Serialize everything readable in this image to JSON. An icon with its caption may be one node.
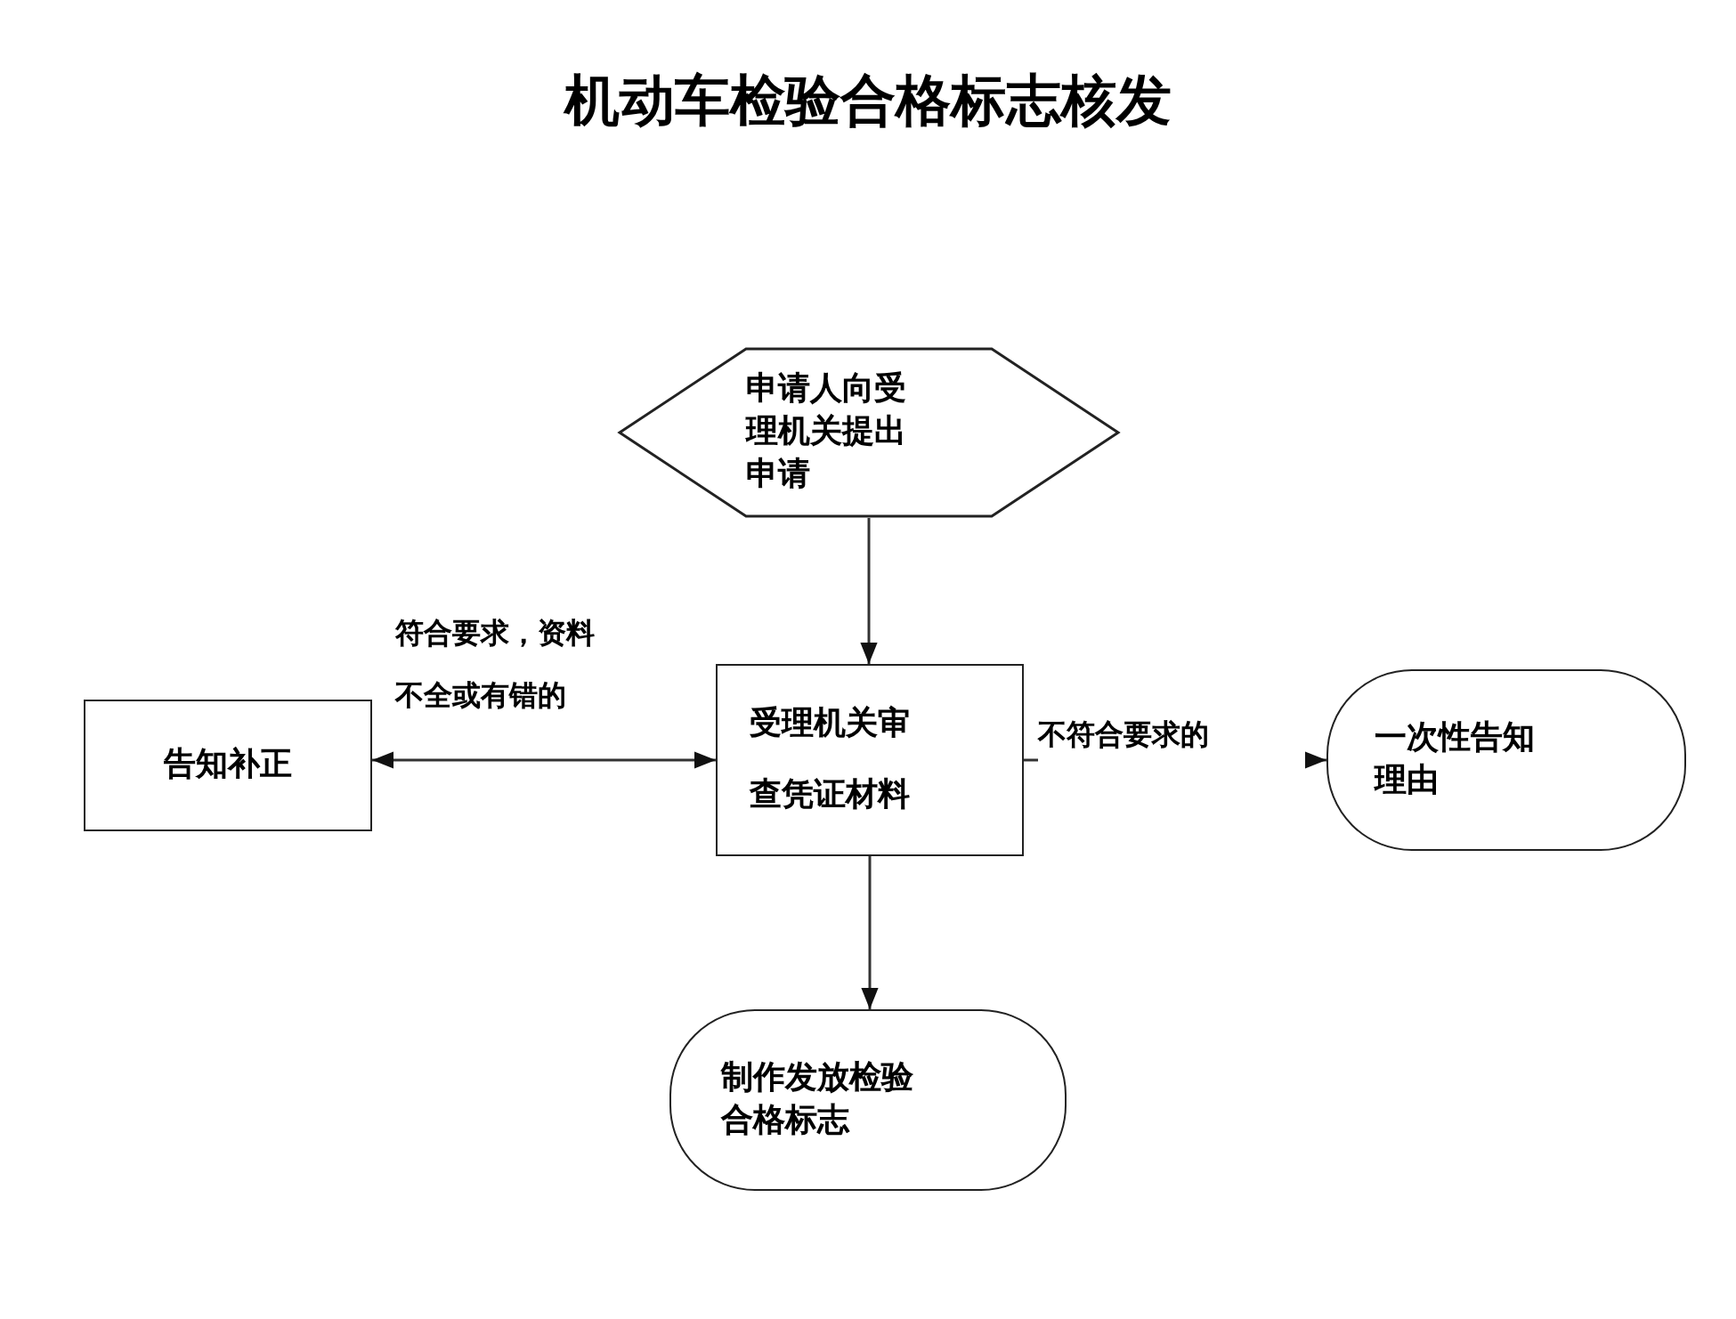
{
  "diagram": {
    "title": "机动车检验合格标志核发",
    "nodes": [
      {
        "text": [
          "申请人向受理机关提出申请"
        ]
      },
      {
        "text": [
          "告知补正"
        ]
      },
      {
        "text": [
          "受理机关审查凭证材料"
        ]
      },
      {
        "text": [
          "一次性告知理由"
        ]
      },
      {
        "text": [
          "制作发放检验合格标志"
        ]
      }
    ],
    "edges": [
      {
        "from": 0,
        "to": 2,
        "arrow": "to"
      },
      {
        "from": 2,
        "to": 1,
        "arrow": "both",
        "label": "符合要求，资料不全或有错的"
      },
      {
        "from": 2,
        "to": 3,
        "arrow": "to",
        "label": "不符合要求的"
      },
      {
        "from": 2,
        "to": 4,
        "arrow": "to"
      }
    ]
  }
}
